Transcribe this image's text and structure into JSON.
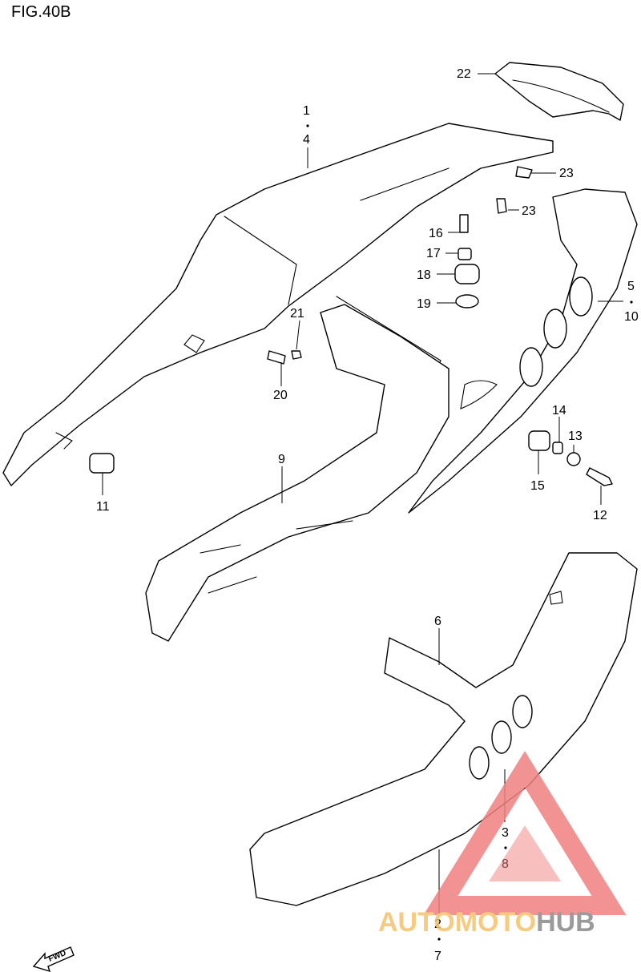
{
  "figure": {
    "title": "FIG.40B"
  },
  "callouts": [
    {
      "id": "c22",
      "text": "22"
    },
    {
      "id": "c1-top",
      "text": "1"
    },
    {
      "id": "c4",
      "text": "4"
    },
    {
      "id": "c23a",
      "text": "23"
    },
    {
      "id": "c23b",
      "text": "23"
    },
    {
      "id": "c16",
      "text": "16"
    },
    {
      "id": "c17",
      "text": "17"
    },
    {
      "id": "c18",
      "text": "18"
    },
    {
      "id": "c19",
      "text": "19"
    },
    {
      "id": "c5",
      "text": "5"
    },
    {
      "id": "c10",
      "text": "10"
    },
    {
      "id": "c21",
      "text": "21"
    },
    {
      "id": "c20",
      "text": "20"
    },
    {
      "id": "c14",
      "text": "14"
    },
    {
      "id": "c13",
      "text": "13"
    },
    {
      "id": "c15",
      "text": "15"
    },
    {
      "id": "c12",
      "text": "12"
    },
    {
      "id": "c11",
      "text": "11"
    },
    {
      "id": "c9",
      "text": "9"
    },
    {
      "id": "c6",
      "text": "6"
    },
    {
      "id": "c3",
      "text": "3"
    },
    {
      "id": "c8",
      "text": "8"
    },
    {
      "id": "c2",
      "text": "2"
    },
    {
      "id": "c7",
      "text": "7"
    }
  ],
  "fwd_label": "FWD",
  "watermark": {
    "part1": "AUTOMOTO",
    "part2": "HUB",
    "color_primary": "#f08080",
    "color_secondary": "#f5c26b",
    "color_tertiary": "#8a8a8a"
  }
}
